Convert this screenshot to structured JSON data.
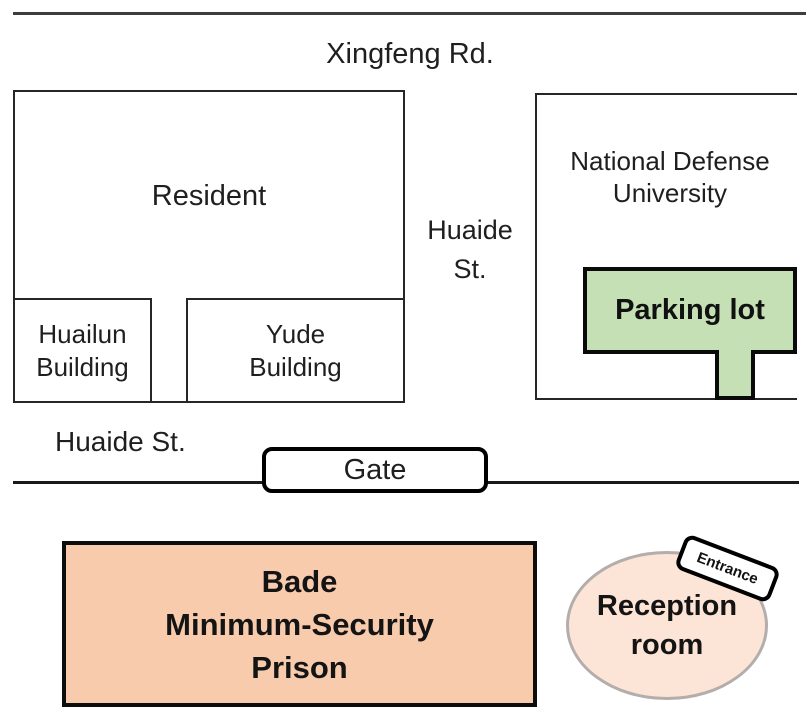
{
  "figure": {
    "roads": {
      "xingfeng": "Xingfeng Rd.",
      "huaide_vertical_line1": "Huaide",
      "huaide_vertical_line2": "St.",
      "huaide_bottom": "Huaide St."
    },
    "blocks": {
      "resident": "Resident",
      "huailun_line1": "Huailun",
      "huailun_line2": "Building",
      "yude_line1": "Yude",
      "yude_line2": "Building",
      "ndu_line1": "National Defense",
      "ndu_line2": "University",
      "parking": "Parking lot",
      "prison_line1": "Bade",
      "prison_line2": "Minimum-Security",
      "prison_line3": "Prison",
      "reception_line1": "Reception",
      "reception_line2": "room"
    },
    "markers": {
      "gate": "Gate",
      "entrance": "Entrance"
    },
    "colors": {
      "parking_fill": "#c5e0b4",
      "prison_fill": "#f8cbad",
      "reception_fill": "#fce4d6",
      "outline": "#000000",
      "road_line": "#3d3d3d"
    }
  }
}
